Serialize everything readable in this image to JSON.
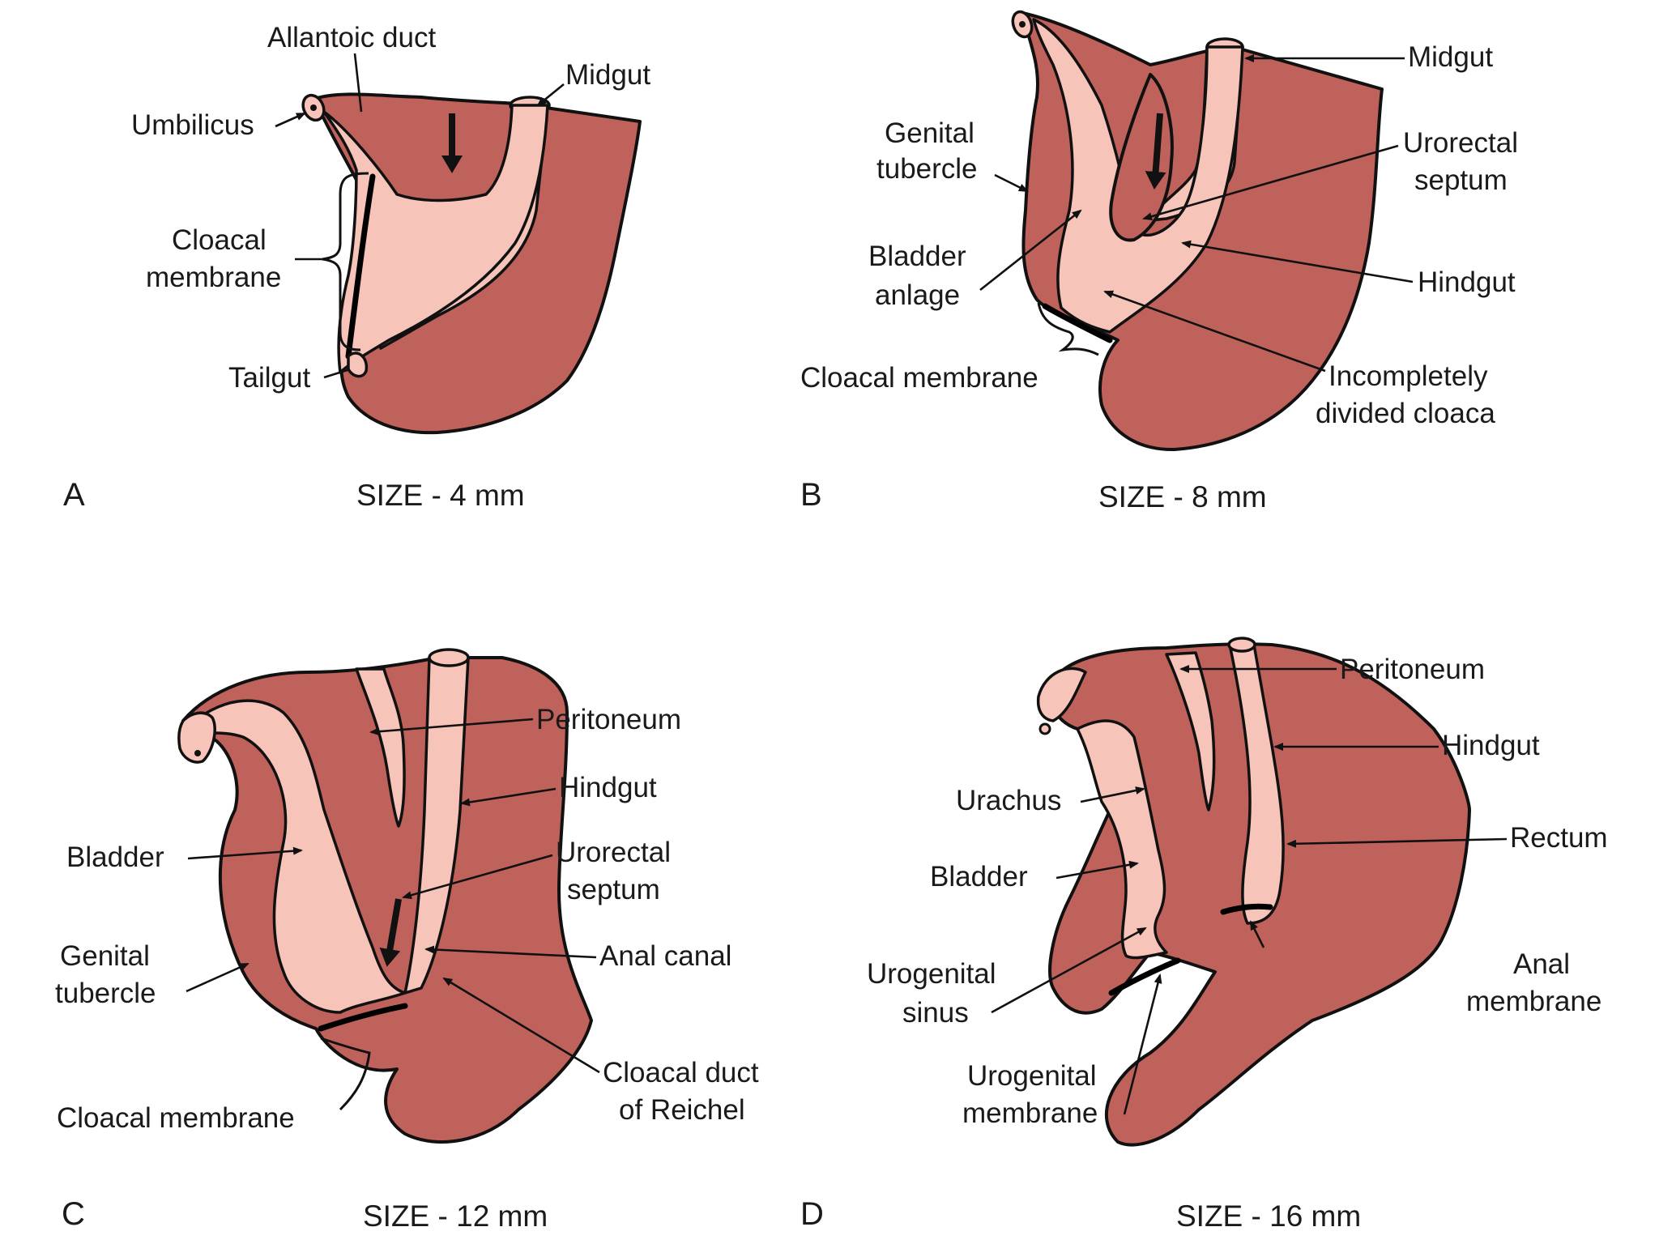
{
  "colors": {
    "tissue": "#c0625c",
    "lumen": "#f6c4b8",
    "outline": "#111111"
  },
  "panels": {
    "a": {
      "letter": "A",
      "size": "SIZE - 4 mm",
      "labels": {
        "allantoic_duct": "Allantoic duct",
        "midgut": "Midgut",
        "umbilicus": "Umbilicus",
        "cloacal_membrane_1": "Cloacal",
        "cloacal_membrane_2": "membrane",
        "tailgut": "Tailgut"
      }
    },
    "b": {
      "letter": "B",
      "size": "SIZE - 8 mm",
      "labels": {
        "midgut": "Midgut",
        "genital_tubercle_1": "Genital",
        "genital_tubercle_2": "tubercle",
        "urorectal_septum_1": "Urorectal",
        "urorectal_septum_2": "septum",
        "bladder_anlage_1": "Bladder",
        "bladder_anlage_2": "anlage",
        "hindgut": "Hindgut",
        "cloacal_membrane": "Cloacal membrane",
        "incompletely_divided_cloaca_1": "Incompletely",
        "incompletely_divided_cloaca_2": "divided cloaca"
      }
    },
    "c": {
      "letter": "C",
      "size": "SIZE - 12 mm",
      "labels": {
        "peritoneum": "Peritoneum",
        "hindgut": "Hindgut",
        "bladder": "Bladder",
        "urorectal_septum_1": "Urorectal",
        "urorectal_septum_2": "septum",
        "genital_tubercle_1": "Genital",
        "genital_tubercle_2": "tubercle",
        "anal_canal": "Anal canal",
        "cloacal_duct_1": "Cloacal duct",
        "cloacal_duct_2": "of Reichel",
        "cloacal_membrane": "Cloacal membrane"
      }
    },
    "d": {
      "letter": "D",
      "size": "SIZE - 16 mm",
      "labels": {
        "peritoneum": "Peritoneum",
        "hindgut": "Hindgut",
        "urachus": "Urachus",
        "rectum": "Rectum",
        "bladder": "Bladder",
        "anal_membrane_1": "Anal",
        "anal_membrane_2": "membrane",
        "urogenital_sinus_1": "Urogenital",
        "urogenital_sinus_2": "sinus",
        "urogenital_membrane_1": "Urogenital",
        "urogenital_membrane_2": "membrane"
      }
    }
  }
}
